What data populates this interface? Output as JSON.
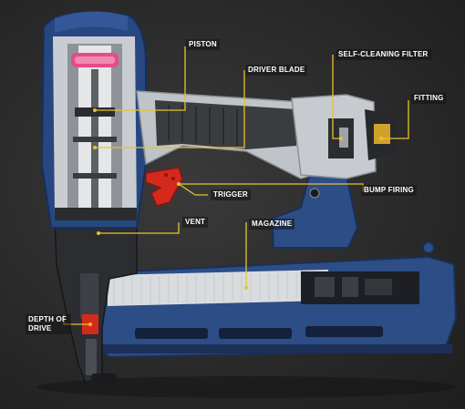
{
  "labels": {
    "piston": "PISTON",
    "driver_blade": "DRIVER BLADE",
    "self_cleaning_filter": "SELF-CLEANING FILTER",
    "fitting": "FITTING",
    "trigger": "TRIGGER",
    "bump_firing": "BUMP FIRING",
    "vent": "VENT",
    "magazine": "MAGAZINE",
    "depth_of_drive": "DEPTH OF DRIVE"
  },
  "colors": {
    "callout_line": "#e8c22a",
    "background": "#262626",
    "body_blue": "#2c4d86",
    "silver": "#bfc4c8",
    "grip": "#3a3c40",
    "trigger_red": "#d42a1e"
  }
}
